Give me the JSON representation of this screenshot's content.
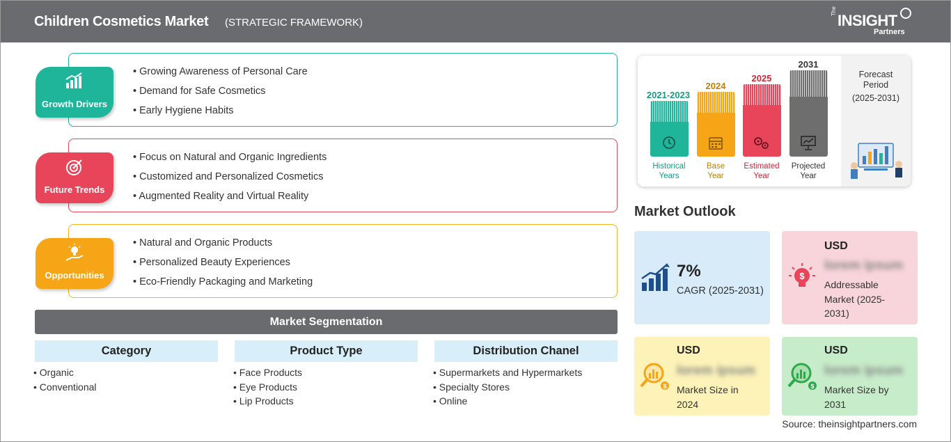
{
  "header": {
    "title": "Children Cosmetics Market",
    "subtitle": "(STRATEGIC FRAMEWORK)",
    "logo_the": "The",
    "logo_insight": "INSIGHT",
    "logo_partners": "Partners"
  },
  "framework": [
    {
      "badge": "Growth Drivers",
      "color": "#1fb59a",
      "icon": "growth-chart-icon",
      "items": [
        "Growing Awareness of Personal Care",
        "Demand for Safe Cosmetics",
        "Early Hygiene Habits"
      ]
    },
    {
      "badge": "Future Trends",
      "color": "#e8455a",
      "icon": "target-icon",
      "items": [
        "Focus on Natural and Organic Ingredients",
        "Customized and Personalized Cosmetics",
        "Augmented Reality and Virtual Reality"
      ]
    },
    {
      "badge": "Opportunities",
      "color": "#f5a516",
      "icon": "lightbulb-hand-icon",
      "items": [
        "Natural and Organic Products",
        "Personalized Beauty Experiences",
        "Eco-Friendly Packaging and Marketing"
      ]
    }
  ],
  "segmentation": {
    "title": "Market Segmentation",
    "columns": [
      {
        "header": "Category",
        "items": [
          "Organic",
          "Conventional"
        ]
      },
      {
        "header": "Product Type",
        "items": [
          "Face Products",
          "Eye Products",
          "Lip Products"
        ]
      },
      {
        "header": "Distribution Chanel",
        "items": [
          "Supermarkets and Hypermarkets",
          "Specialty Stores",
          "Online"
        ]
      }
    ]
  },
  "timeline": {
    "bars": [
      {
        "year": "2021-2023",
        "label_line1": "Historical",
        "label_line2": "Years",
        "color": "#1fb59a",
        "icon": "history-icon"
      },
      {
        "year": "2024",
        "label_line1": "Base",
        "label_line2": "Year",
        "color": "#f5a516",
        "icon": "calendar-icon"
      },
      {
        "year": "2025",
        "label_line1": "Estimated",
        "label_line2": "Year",
        "color": "#e8455a",
        "icon": "gears-icon"
      },
      {
        "year": "2031",
        "label_line1": "Projected",
        "label_line2": "Year",
        "color": "#707070",
        "icon": "presentation-icon"
      }
    ],
    "forecast_line1": "Forecast",
    "forecast_line2": "Period",
    "forecast_range": "(2025-2031)"
  },
  "outlook": {
    "title": "Market Outlook",
    "cagr_value": "7%",
    "cagr_label": "CAGR (2025-2031)",
    "addressable": {
      "currency": "USD",
      "value": "lorem ipsum",
      "desc": [
        "Addressable",
        "Market (2025-",
        "2031)"
      ]
    },
    "size_2024": {
      "currency": "USD",
      "value": "lorem ipsum",
      "desc": [
        "Market Size in",
        "2024"
      ]
    },
    "size_2031": {
      "currency": "USD",
      "value": "lorem ipsum",
      "desc": [
        "Market Size by",
        "2031"
      ]
    }
  },
  "source": "Source: theinsightpartners.com"
}
